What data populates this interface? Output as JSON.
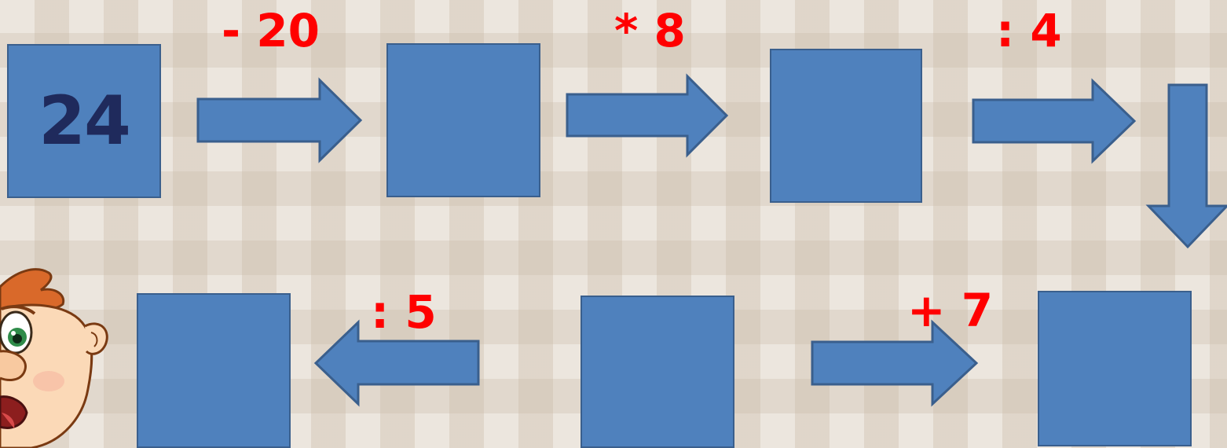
{
  "puzzle": {
    "start_value": "24",
    "operations": {
      "minus_20": "- 20",
      "times_8": "* 8",
      "div_4": ": 4",
      "plus_7": "+ 7",
      "div_5": ": 5"
    }
  },
  "colors": {
    "box_fill": "#4f81bd",
    "box_border": "#3a5f8d",
    "operation_text": "#ff0000",
    "start_number_text": "#1f2a5c"
  },
  "icons": [
    "arrow-right-icon",
    "arrow-down-icon",
    "arrow-left-icon",
    "cartoon-boy-icon"
  ]
}
